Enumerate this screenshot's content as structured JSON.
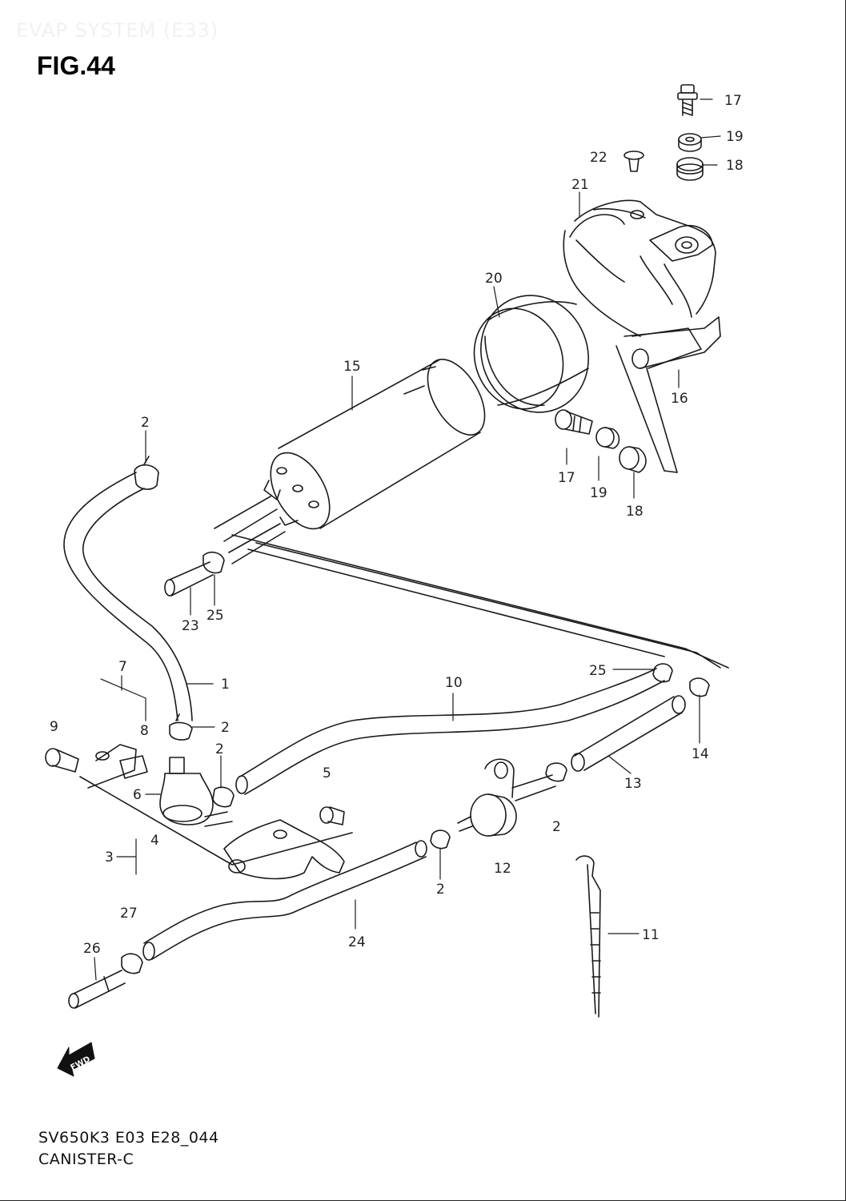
{
  "header": {
    "section": "EVAP SYSTEM (E33)",
    "figure": "FIG.44"
  },
  "footer": {
    "code": "SV650K3 E03 E28_044",
    "name": "CANISTER-C"
  },
  "fwd_badge": "FWD",
  "callouts": [
    {
      "id": "c17a",
      "label": "17"
    },
    {
      "id": "c19a",
      "label": "19"
    },
    {
      "id": "c18a",
      "label": "18"
    },
    {
      "id": "c22",
      "label": "22"
    },
    {
      "id": "c21",
      "label": "21"
    },
    {
      "id": "c20",
      "label": "20"
    },
    {
      "id": "c15",
      "label": "15"
    },
    {
      "id": "c16",
      "label": "16"
    },
    {
      "id": "c2a",
      "label": "2"
    },
    {
      "id": "c17b",
      "label": "17"
    },
    {
      "id": "c19b",
      "label": "19"
    },
    {
      "id": "c18b",
      "label": "18"
    },
    {
      "id": "c23",
      "label": "23"
    },
    {
      "id": "c25a",
      "label": "25"
    },
    {
      "id": "c7",
      "label": "7"
    },
    {
      "id": "c1",
      "label": "1"
    },
    {
      "id": "c10",
      "label": "10"
    },
    {
      "id": "c25b",
      "label": "25"
    },
    {
      "id": "c9",
      "label": "9"
    },
    {
      "id": "c8",
      "label": "8"
    },
    {
      "id": "c2b",
      "label": "2"
    },
    {
      "id": "c2c",
      "label": "2"
    },
    {
      "id": "c5",
      "label": "5"
    },
    {
      "id": "c14",
      "label": "14"
    },
    {
      "id": "c13",
      "label": "13"
    },
    {
      "id": "c6",
      "label": "6"
    },
    {
      "id": "c4",
      "label": "4"
    },
    {
      "id": "c3",
      "label": "3"
    },
    {
      "id": "c2d",
      "label": "2"
    },
    {
      "id": "c12",
      "label": "12"
    },
    {
      "id": "c2e",
      "label": "2"
    },
    {
      "id": "c27",
      "label": "27"
    },
    {
      "id": "c24",
      "label": "24"
    },
    {
      "id": "c11",
      "label": "11"
    },
    {
      "id": "c26",
      "label": "26"
    }
  ],
  "colors": {
    "line": "#1a1a1a",
    "text": "#222222"
  }
}
